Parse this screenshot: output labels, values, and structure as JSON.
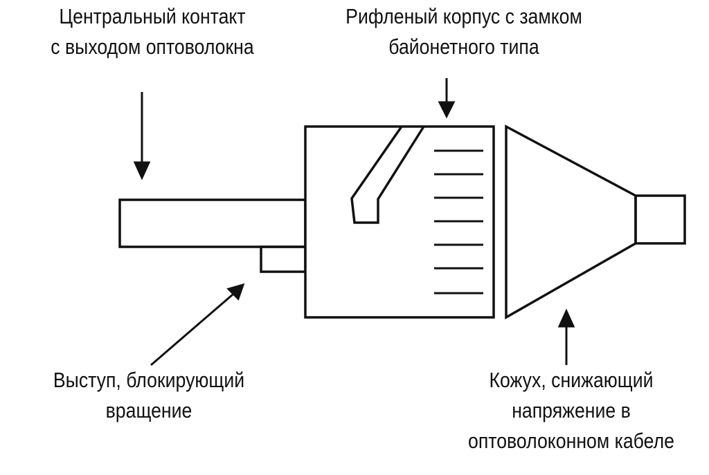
{
  "labels": {
    "center_contact": {
      "line1": "Центральный контакт",
      "line2": "с выходом оптоволокна"
    },
    "body": {
      "line1": "Рифленый корпус с замком",
      "line2": "байонетного типа"
    },
    "key": {
      "line1": "Выступ, блокирующий",
      "line2": "вращение"
    },
    "boot": {
      "line1": "Кожух, снижающий",
      "line2": "напряжение в",
      "line3": "оптоволоконном кабеле"
    }
  },
  "colors": {
    "stroke": "#111111",
    "background": "#ffffff"
  }
}
